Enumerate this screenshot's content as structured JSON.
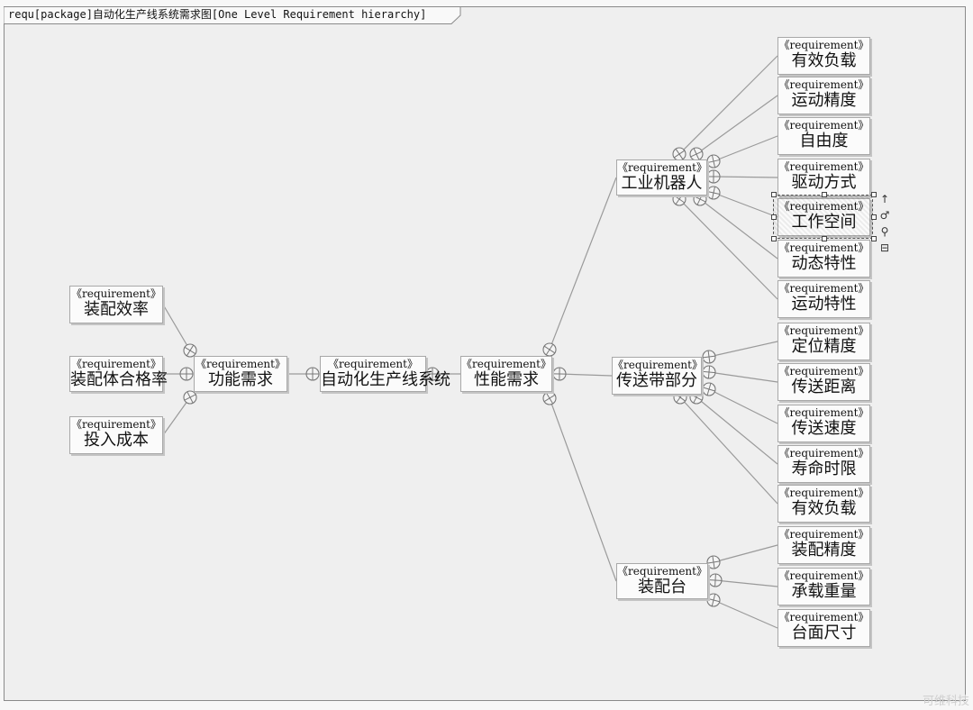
{
  "frame_title": "requ[package]自动化生产线系统需求图[One Level Requirement hierarchy]",
  "watermark": "可维科技",
  "stereotype": "《requirement》",
  "nodes": [
    {
      "id": "root",
      "name": "自动化生产线系统"
    },
    {
      "id": "func",
      "name": "功能需求"
    },
    {
      "id": "perf",
      "name": "性能需求"
    },
    {
      "id": "f1",
      "name": "装配效率"
    },
    {
      "id": "f2",
      "name": "装配体合格率"
    },
    {
      "id": "f3",
      "name": "投入成本"
    },
    {
      "id": "robot",
      "name": "工业机器人"
    },
    {
      "id": "conv",
      "name": "传送带部分"
    },
    {
      "id": "table",
      "name": "装配台"
    },
    {
      "id": "r1",
      "name": "有效负载"
    },
    {
      "id": "r2",
      "name": "运动精度"
    },
    {
      "id": "r3",
      "name": "自由度"
    },
    {
      "id": "r4",
      "name": "驱动方式"
    },
    {
      "id": "r5",
      "name": "工作空间"
    },
    {
      "id": "r6",
      "name": "动态特性"
    },
    {
      "id": "r7",
      "name": "运动特性"
    },
    {
      "id": "c1",
      "name": "定位精度"
    },
    {
      "id": "c2",
      "name": "传送距离"
    },
    {
      "id": "c3",
      "name": "传送速度"
    },
    {
      "id": "c4",
      "name": "寿命时限"
    },
    {
      "id": "c5",
      "name": "有效负载"
    },
    {
      "id": "t1",
      "name": "装配精度"
    },
    {
      "id": "t2",
      "name": "承载重量"
    },
    {
      "id": "t3",
      "name": "台面尺寸"
    }
  ],
  "containment": [
    [
      "root",
      "func"
    ],
    [
      "root",
      "perf"
    ],
    [
      "func",
      "f1"
    ],
    [
      "func",
      "f2"
    ],
    [
      "func",
      "f3"
    ],
    [
      "perf",
      "robot"
    ],
    [
      "perf",
      "conv"
    ],
    [
      "perf",
      "table"
    ],
    [
      "robot",
      "r1"
    ],
    [
      "robot",
      "r2"
    ],
    [
      "robot",
      "r3"
    ],
    [
      "robot",
      "r4"
    ],
    [
      "robot",
      "r5"
    ],
    [
      "robot",
      "r6"
    ],
    [
      "robot",
      "r7"
    ],
    [
      "conv",
      "c1"
    ],
    [
      "conv",
      "c2"
    ],
    [
      "conv",
      "c3"
    ],
    [
      "conv",
      "c4"
    ],
    [
      "conv",
      "c5"
    ],
    [
      "table",
      "t1"
    ],
    [
      "table",
      "t2"
    ],
    [
      "table",
      "t3"
    ]
  ],
  "selected_node": "r5",
  "selection_tools": [
    "arrow-up-icon",
    "link-icon",
    "zoom-icon",
    "panel-icon"
  ],
  "colors": {
    "line": "#9a9a9a",
    "border": "#a8a8a8",
    "box": "#fbfbfb",
    "frame": "#efefef"
  }
}
